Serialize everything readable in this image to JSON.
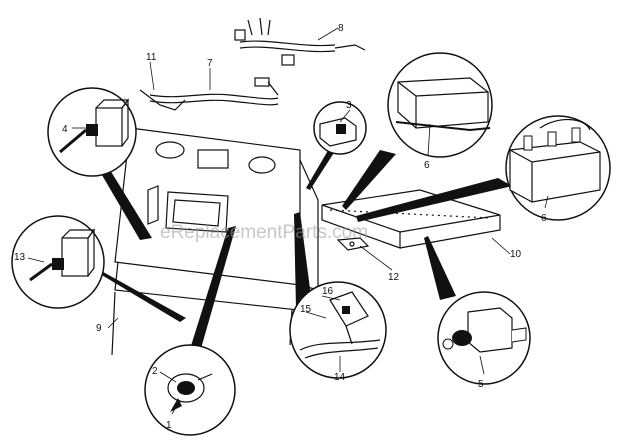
{
  "diagram": {
    "watermark": "eReplacementParts.com",
    "callouts": [
      "1",
      "2",
      "3",
      "4",
      "5",
      "6",
      "6",
      "7",
      "8",
      "9",
      "10",
      "11",
      "12",
      "13",
      "14",
      "15",
      "16"
    ]
  },
  "colors": {
    "ink": "#111111",
    "paper": "#ffffff",
    "watermark": "#9a9a9a"
  }
}
